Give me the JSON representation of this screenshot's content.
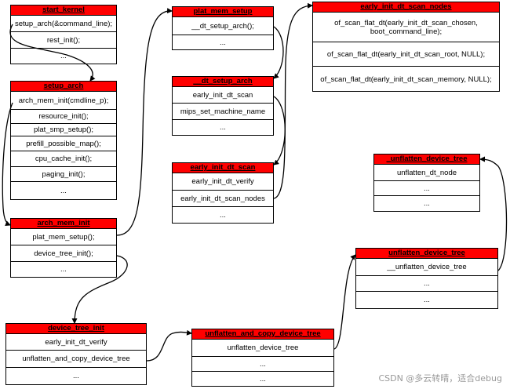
{
  "boxes": {
    "start_kernel": {
      "title": "start_kernel",
      "rows": [
        "setup_arch(&command_line);",
        "rest_init();",
        "..."
      ]
    },
    "setup_arch": {
      "title": "setup_arch",
      "rows": [
        "arch_mem_init(cmdline_p);",
        "resource_init();",
        "plat_smp_setup();",
        "prefill_possible_map();",
        "cpu_cache_init();",
        "paging_init();",
        "..."
      ]
    },
    "arch_mem_init": {
      "title": "arch_mem_init",
      "rows": [
        "plat_mem_setup();",
        "device_tree_init();",
        "..."
      ]
    },
    "device_tree_init": {
      "title": "device_tree_init",
      "rows": [
        "early_init_dt_verify",
        "unflatten_and_copy_device_tree",
        "..."
      ]
    },
    "plat_mem_setup": {
      "title": "plat_mem_setup",
      "rows": [
        "__dt_setup_arch();",
        "..."
      ]
    },
    "dt_setup_arch": {
      "title": "__dt_setup_arch",
      "rows": [
        "early_init_dt_scan",
        "mips_set_machine_name",
        "..."
      ]
    },
    "early_init_dt_scan": {
      "title": "early_init_dt_scan",
      "rows": [
        "early_init_dt_verify",
        "early_init_dt_scan_nodes",
        "..."
      ]
    },
    "early_init_dt_scan_nodes": {
      "title": "early_init_dt_scan_nodes",
      "rows": [
        "of_scan_flat_dt(early_init_dt_scan_chosen,\nboot_command_line);",
        "of_scan_flat_dt(early_init_dt_scan_root, NULL);",
        "of_scan_flat_dt(early_init_dt_scan_memory, NULL);"
      ]
    },
    "unflatten_and_copy_device_tree": {
      "title": "unflatten_and_copy_device_tree",
      "rows": [
        "unflatten_device_tree",
        "...",
        "..."
      ]
    },
    "unflatten_device_tree": {
      "title": "unflatten_device_tree",
      "rows": [
        "__unflatten_device_tree",
        "...",
        "..."
      ]
    },
    "_unflatten_device_tree": {
      "title": "_unflatten_device_tree",
      "rows": [
        "unflatten_dt_node",
        "...",
        "..."
      ]
    }
  },
  "watermark": "CSDN @多云转晴，适合debug"
}
